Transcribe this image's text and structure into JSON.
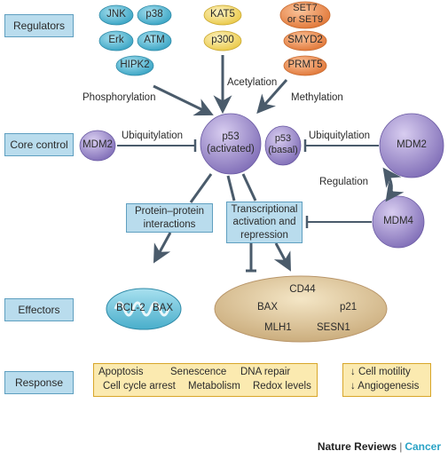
{
  "rows": {
    "regulators": "Regulators",
    "core_control": "Core control",
    "effectors": "Effectors",
    "response": "Response"
  },
  "kinases": [
    "JNK",
    "p38",
    "Erk",
    "ATM",
    "HIPK2"
  ],
  "acetylases": [
    "KAT5",
    "p300"
  ],
  "methylases": [
    "SET7\nor SET9",
    "SMYD2",
    "PRMT5"
  ],
  "edges": {
    "phosphorylation": "Phosphorylation",
    "acetylation": "Acetylation",
    "methylation": "Methylation",
    "ubiquitylation_left": "Ubiquitylation",
    "ubiquitylation_right": "Ubiquitylation",
    "regulation": "Regulation"
  },
  "nodes": {
    "mdm2_left": "MDM2",
    "p53_activated": "p53\n(activated)",
    "p53_basal": "p53\n(basal)",
    "mdm2_right": "MDM2",
    "mdm4": "MDM4"
  },
  "mechanisms": {
    "protein_interactions": "Protein–protein\ninteractions",
    "transcriptional": "Transcriptional\nactivation and\nrepression"
  },
  "effectors": {
    "mitochondria": [
      "BCL-2",
      "BAX"
    ],
    "targets": [
      "CD44",
      "BAX",
      "p21",
      "MLH1",
      "SESN1"
    ]
  },
  "responses": {
    "main": [
      "Apoptosis",
      "Senescence",
      "DNA repair",
      "Cell cycle arrest",
      "Metabolism",
      "Redox levels"
    ],
    "side": [
      "↓ Cell motility",
      "↓ Angiogenesis"
    ]
  },
  "footer": {
    "journal": "Nature Reviews",
    "separator": "|",
    "section": "Cancer"
  },
  "colors": {
    "blue_node": "#5bb6cf",
    "yellow_node": "#f4df7d",
    "orange_node": "#ea9356",
    "purple_node": "#9b89c6",
    "label_box": "#b9dced",
    "response_box": "#fbeab0",
    "arrow": "#4a5b6b"
  }
}
